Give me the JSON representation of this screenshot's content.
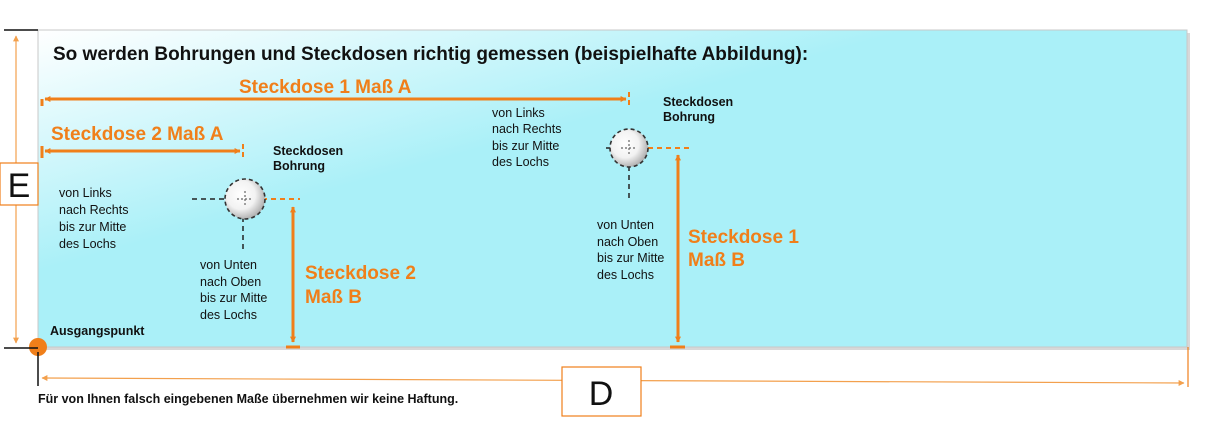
{
  "title": "So werden Bohrungen und Steckdosen richtig gemessen (beispielhafte Abbildung):",
  "colors": {
    "accent": "#f07f1a",
    "panel_light": "#ffffff",
    "panel_cyan": "#aaf0f8",
    "text": "#111111"
  },
  "labels": {
    "s1_mass_a": "Steckdose 1 Maß A",
    "s2_mass_a": "Steckdose 2 Maß A",
    "s1_mass_b": [
      "Steckdose 1",
      "Maß B"
    ],
    "s2_mass_b": [
      "Steckdose 2",
      "Maß B"
    ],
    "bohrung_s1": [
      "Steckdosen",
      "Bohrung"
    ],
    "bohrung_s2": [
      "Steckdosen",
      "Bohrung"
    ],
    "links_s1": [
      "von Links",
      "nach Rechts",
      "bis zur Mitte",
      "des Lochs"
    ],
    "links_s2": [
      "von Links",
      "nach Rechts",
      "bis zur Mitte",
      "des Lochs"
    ],
    "unten_s1": [
      "von Unten",
      "nach Oben",
      "bis zur Mitte",
      "des Lochs"
    ],
    "unten_s2": [
      "von Unten",
      "nach Oben",
      "bis zur Mitte",
      "des Lochs"
    ],
    "origin": "Ausgangspunkt",
    "dim_e": "E",
    "dim_d": "D"
  },
  "disclaimer": "Für von Ihnen falsch eingebenen Maße übernehmen wir keine Haftung."
}
